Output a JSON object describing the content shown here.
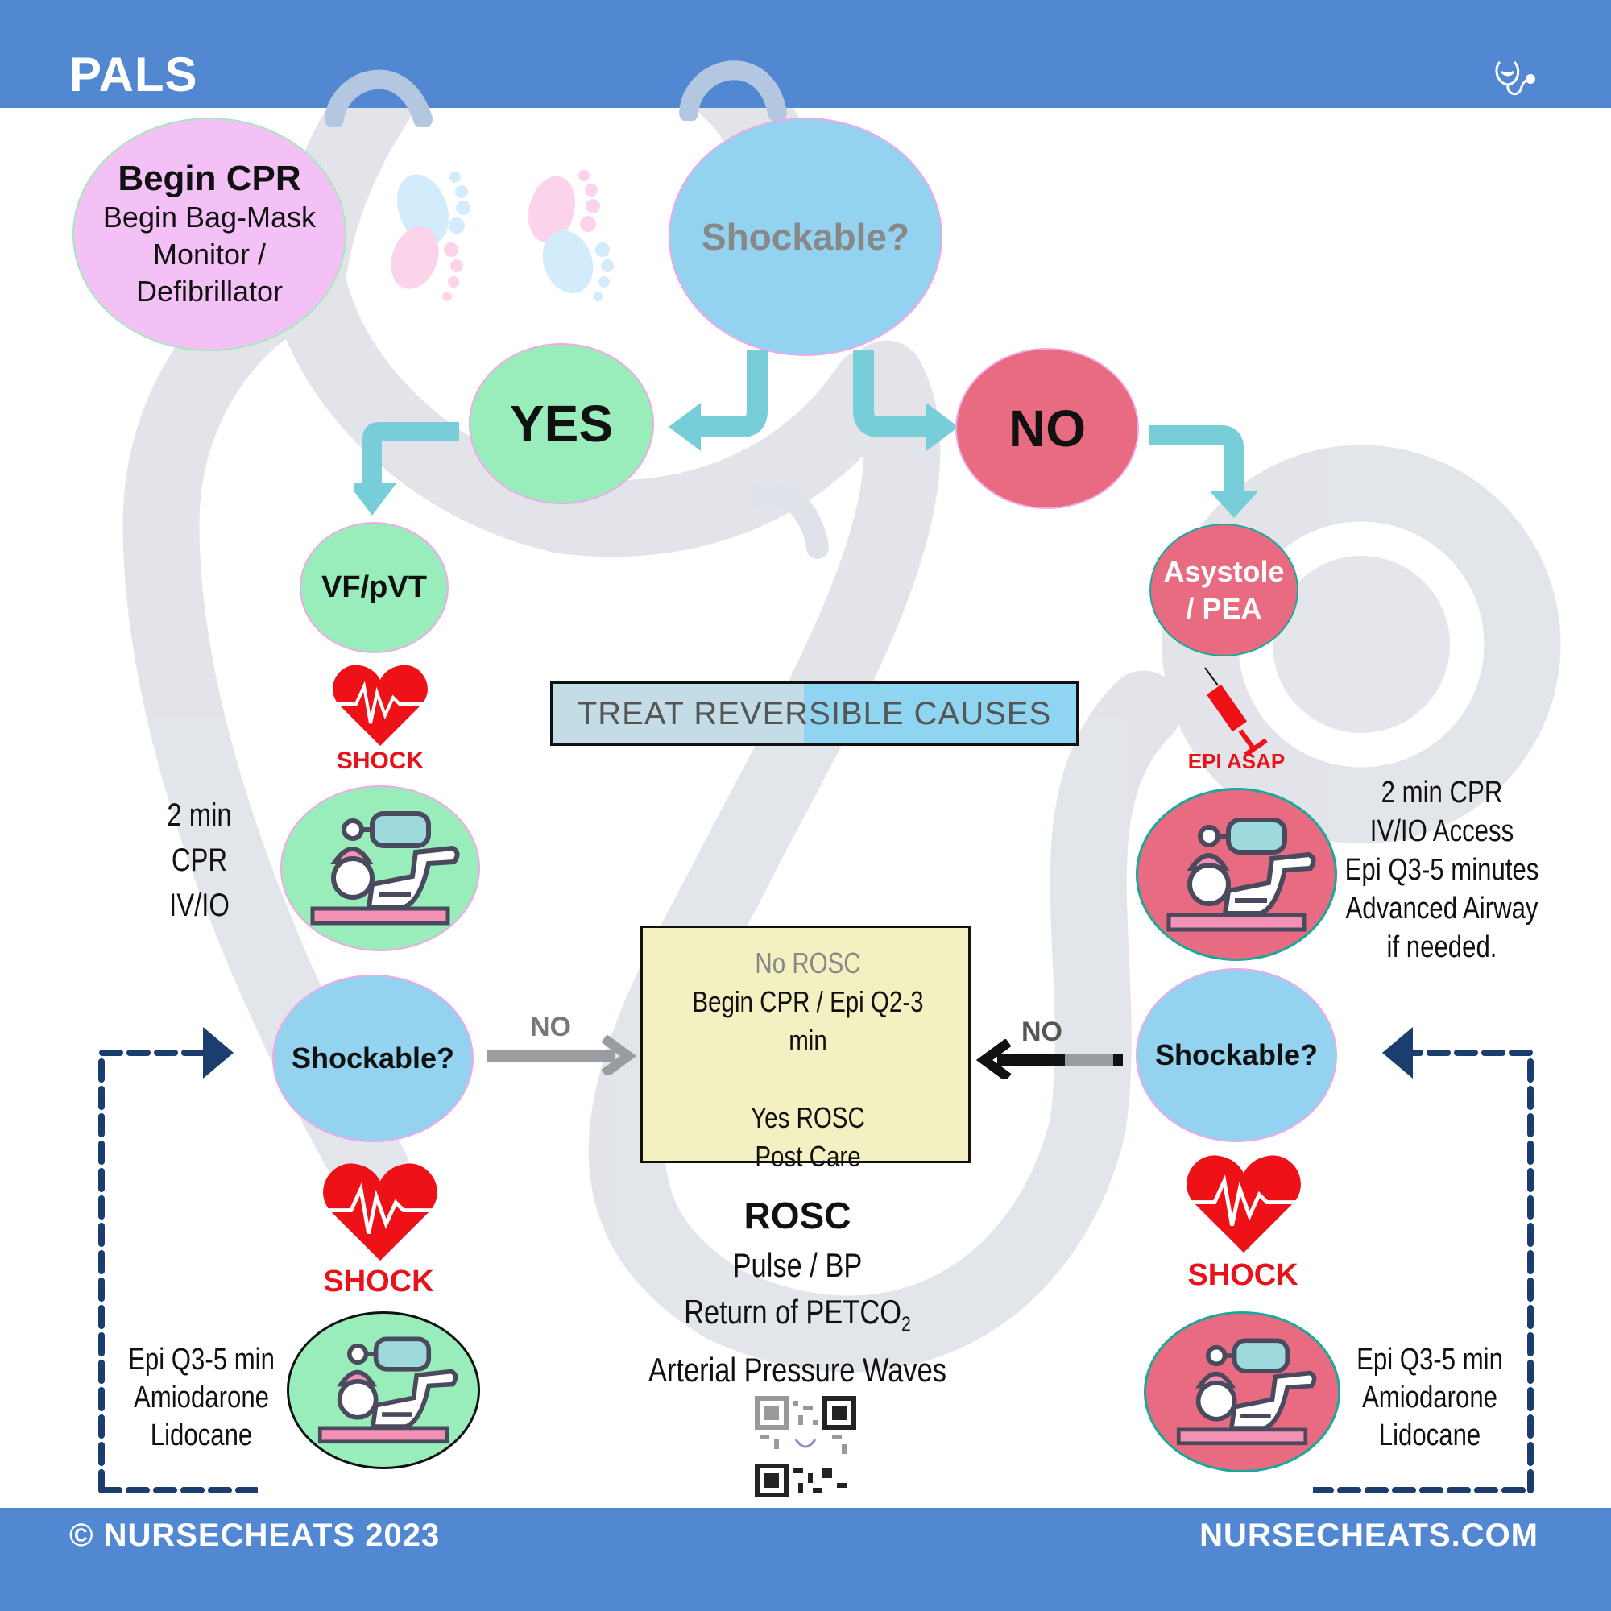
{
  "header": {
    "title": "PALS",
    "logo_icon": "stethoscope-smile-icon"
  },
  "footer": {
    "copyright": "© NURSECHEATS 2023",
    "website": "NURSECHEATS.COM"
  },
  "colors": {
    "header_blue": "#5288d2",
    "pink_node": "#f4c1f6",
    "blue_node": "#93d3f0",
    "green_node": "#99edbb",
    "red_node": "#e86b82",
    "arrow_teal": "#78ced8",
    "shock_red": "#e8121a",
    "dashed_navy": "#1b3e6e",
    "rosc_box": "#f3f1c1"
  },
  "start_node": {
    "title": "Begin CPR",
    "lines": [
      "Begin Bag-Mask",
      "Monitor /",
      "Defibrillator"
    ]
  },
  "decision_top": {
    "label": "Shockable?"
  },
  "yes_node": {
    "label": "YES"
  },
  "no_node": {
    "label": "NO"
  },
  "left_branch": {
    "rhythm": "VF/pVT",
    "shock_label": "SHOCK",
    "cpr_notes": [
      "2 min",
      "CPR",
      "IV/IO"
    ],
    "decision": "Shockable?",
    "no_label": "NO",
    "shock2_label": "SHOCK",
    "meds": [
      "Epi Q3-5 min",
      "Amiodarone",
      "Lidocane"
    ]
  },
  "right_branch": {
    "rhythm_line1": "Asystole",
    "rhythm_line2": "/ PEA",
    "epi_label": "EPI ASAP",
    "cpr_notes": [
      "2 min CPR",
      "IV/IO Access",
      "Epi Q3-5 minutes",
      "Advanced Airway",
      "if needed."
    ],
    "decision": "Shockable?",
    "no_label": "NO",
    "shock_label": "SHOCK",
    "meds": [
      "Epi Q3-5 min",
      "Amiodarone",
      "Lidocane"
    ]
  },
  "treat_box": {
    "label": "TREAT REVERSIBLE CAUSES"
  },
  "rosc_box": {
    "lines": [
      "No ROSC",
      "Begin CPR / Epi Q2-3 min",
      "",
      "Yes ROSC",
      "Post Care"
    ]
  },
  "rosc_info": {
    "title": "ROSC",
    "line1": "Pulse / BP",
    "line2_main": "Return of PETCO",
    "line2_sub": "2",
    "line3": "Arterial Pressure Waves"
  },
  "qr_code": {
    "icon": "qr-code-icon"
  }
}
